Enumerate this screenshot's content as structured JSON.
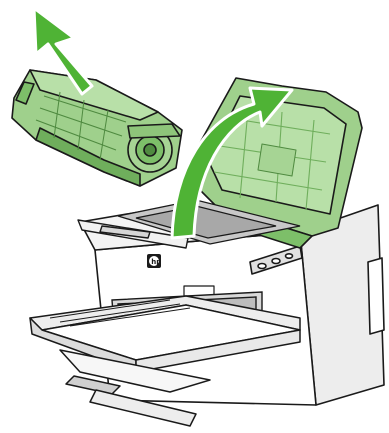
{
  "illustration": {
    "printer_logo_glyph": "hp",
    "colors": {
      "line": "#1a1a1a",
      "printer_body": "#ffffff",
      "printer_shade": "#e6e6e6",
      "printer_dark": "#bdbdbd",
      "highlight_green": "#9fd08c",
      "highlight_green_dark": "#6fae5c",
      "arrow_green": "#4fb335"
    },
    "arrows": [
      {
        "name": "remove-cartridge",
        "direction": "up-left"
      },
      {
        "name": "open-top-cover",
        "direction": "up-right"
      }
    ]
  }
}
